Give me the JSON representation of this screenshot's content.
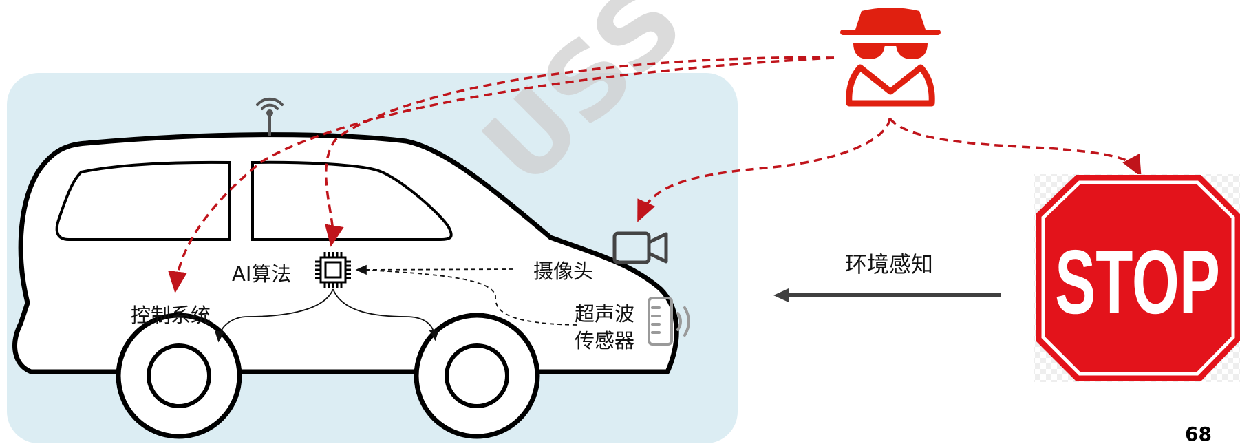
{
  "watermark": "USS",
  "labels": {
    "ai_algorithm": "AI算法",
    "control_system": "控制系统",
    "camera": "摄像头",
    "ultrasonic_line1": "超声波",
    "ultrasonic_line2": "传感器",
    "environment_perception": "环境感知"
  },
  "stop_sign": {
    "text": "STOP"
  },
  "page_number": "68",
  "icons": [
    "car-icon",
    "antenna-icon",
    "chip-icon",
    "camera-icon",
    "ultrasonic-sensor-icon",
    "hacker-icon",
    "stop-sign-icon"
  ],
  "colors": {
    "background_panel": "#dcedf3",
    "attack_arrow": "#c0141b",
    "hacker": "#e02010",
    "stop_red": "#e3131b",
    "sensor_gray": "#9a9a9a",
    "camera_gray": "#444444"
  }
}
